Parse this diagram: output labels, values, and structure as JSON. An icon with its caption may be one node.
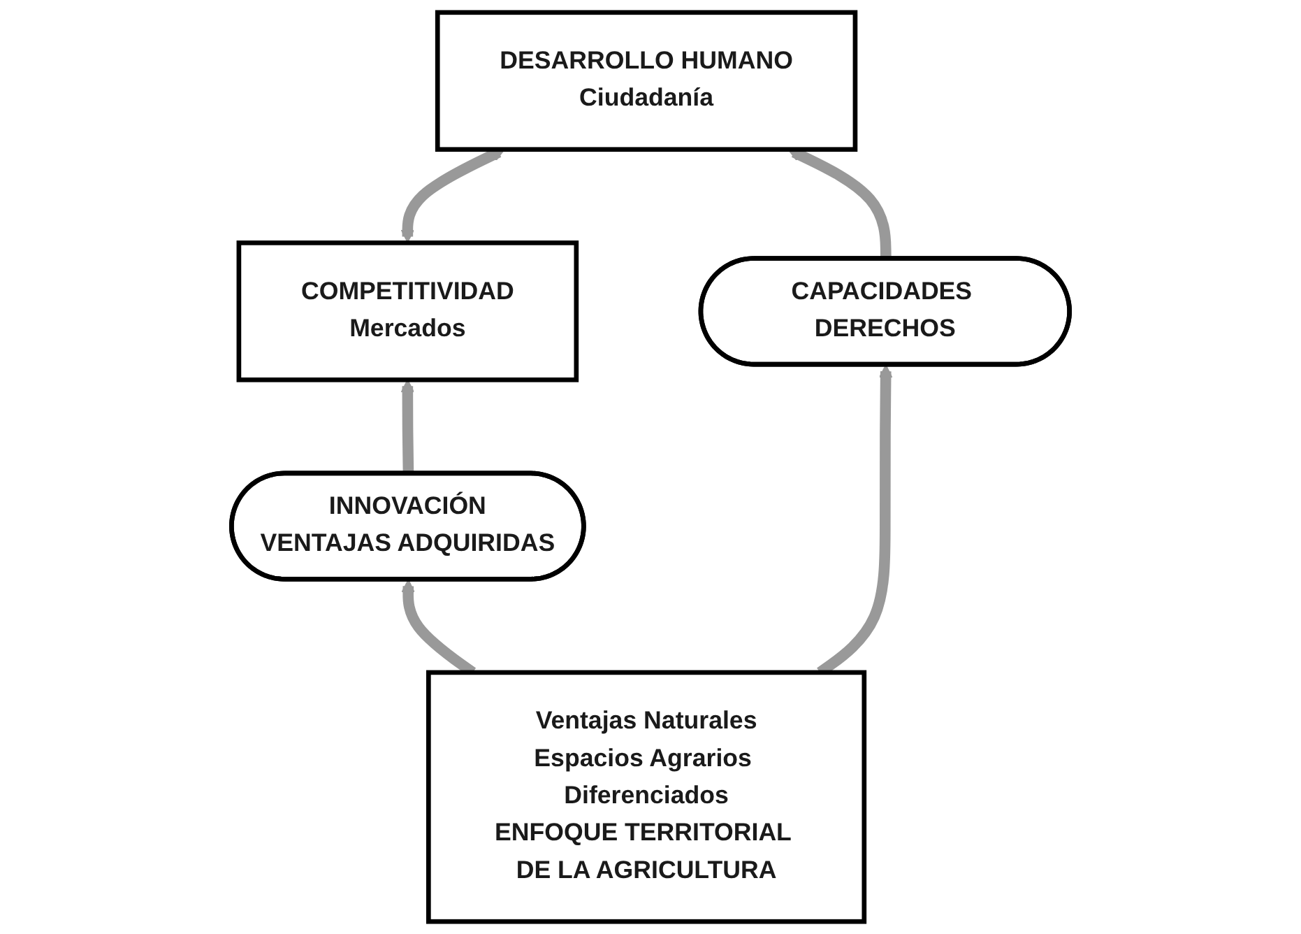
{
  "diagram": {
    "nodes": [
      {
        "text": [
          "COMPETITIVIDAD",
          "Mercados"
        ]
      },
      {
        "text": [
          "DESARROLLO HUMANO",
          "Ciudadanía"
        ]
      },
      {
        "text": [
          "INNOVACIÓN",
          "VENTAJAS ADQUIRIDAS"
        ]
      },
      {
        "text": [
          "CAPACIDADES DERECHOS"
        ]
      },
      {
        "text": [
          "Ventajas Naturales",
          "Espacios Agrarios Diferenciados",
          "ENFOQUE TERRITORIAL DE LA AGRICULTURA"
        ]
      }
    ],
    "edges": [
      {
        "from": 0,
        "to": 1,
        "arrow": "both"
      },
      {
        "from": 2,
        "to": 0,
        "arrow": "to"
      },
      {
        "from": 3,
        "to": 1,
        "arrow": "to"
      },
      {
        "from": 4,
        "to": 2,
        "arrow": "to"
      },
      {
        "from": 4,
        "to": 3,
        "arrow": "to"
      }
    ]
  }
}
